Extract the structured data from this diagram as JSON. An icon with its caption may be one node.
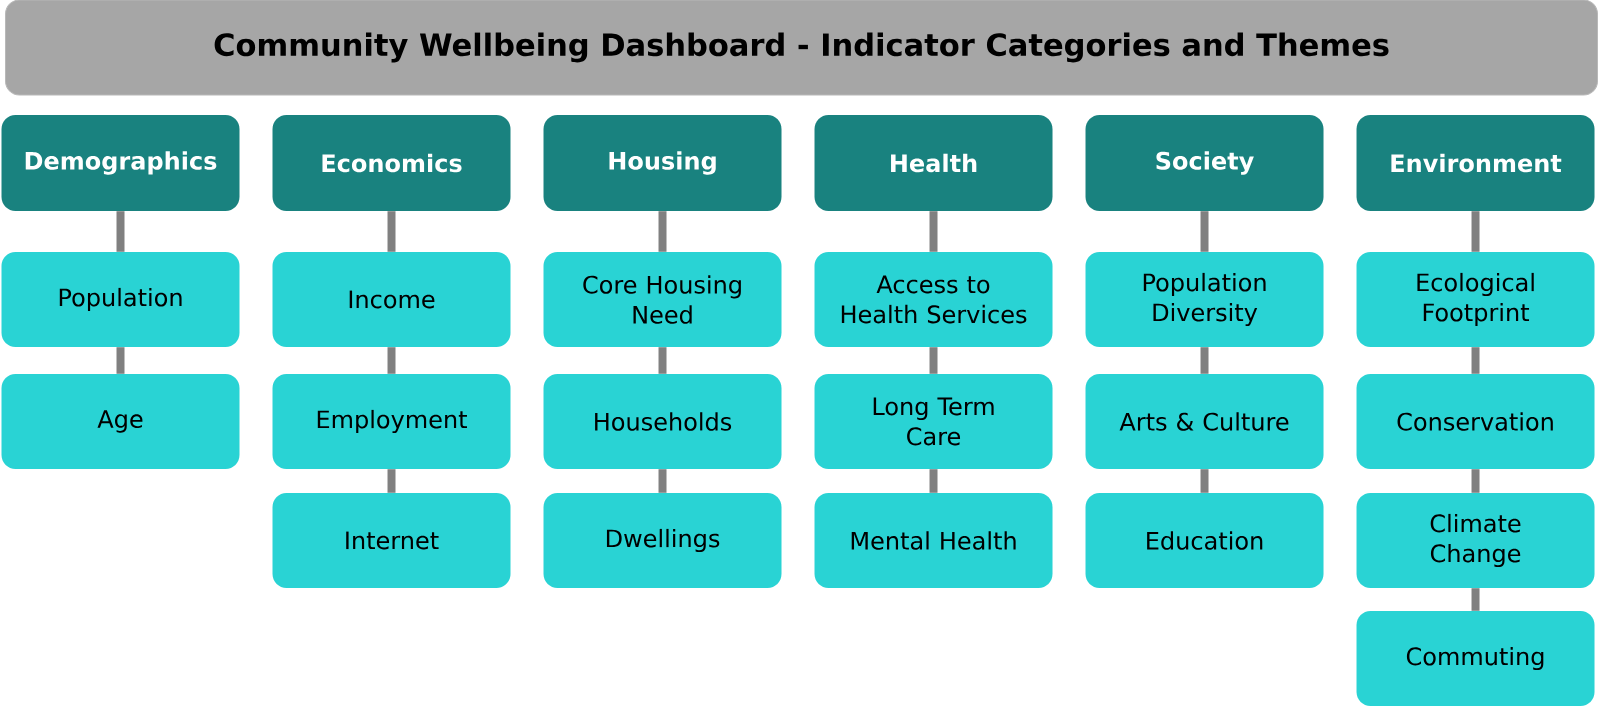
{
  "diagram": {
    "title": "Community Wellbeing Dashboard - Indicator Categories and Themes",
    "nodes": [
      {
        "text": [
          "Demographics"
        ]
      },
      {
        "text": [
          "Population"
        ]
      },
      {
        "text": [
          "Age"
        ]
      },
      {
        "text": [
          "Economics"
        ]
      },
      {
        "text": [
          "Income"
        ]
      },
      {
        "text": [
          "Employment"
        ]
      },
      {
        "text": [
          "Internet"
        ]
      },
      {
        "text": [
          "Housing"
        ]
      },
      {
        "text": [
          "Core Housing Need"
        ]
      },
      {
        "text": [
          "Households"
        ]
      },
      {
        "text": [
          "Dwellings"
        ]
      },
      {
        "text": [
          "Health"
        ]
      },
      {
        "text": [
          "Access to Health Services"
        ]
      },
      {
        "text": [
          "Long Term Care"
        ]
      },
      {
        "text": [
          "Mental Health"
        ]
      },
      {
        "text": [
          "Society"
        ]
      },
      {
        "text": [
          "Population Diversity"
        ]
      },
      {
        "text": [
          "Arts & Culture"
        ]
      },
      {
        "text": [
          "Education"
        ]
      },
      {
        "text": [
          "Environment"
        ]
      },
      {
        "text": [
          "Ecological Footprint"
        ]
      },
      {
        "text": [
          "Conservation"
        ]
      },
      {
        "text": [
          "Climate Change"
        ]
      },
      {
        "text": [
          "Commuting"
        ]
      }
    ],
    "edges": [
      {
        "from": 0,
        "to": 1,
        "arrow": "none"
      },
      {
        "from": 1,
        "to": 2,
        "arrow": "none"
      },
      {
        "from": 3,
        "to": 4,
        "arrow": "none"
      },
      {
        "from": 4,
        "to": 5,
        "arrow": "none"
      },
      {
        "from": 5,
        "to": 6,
        "arrow": "none"
      },
      {
        "from": 7,
        "to": 8,
        "arrow": "none"
      },
      {
        "from": 8,
        "to": 9,
        "arrow": "none"
      },
      {
        "from": 9,
        "to": 10,
        "arrow": "none"
      },
      {
        "from": 11,
        "to": 12,
        "arrow": "none"
      },
      {
        "from": 12,
        "to": 13,
        "arrow": "none"
      },
      {
        "from": 13,
        "to": 14,
        "arrow": "none"
      },
      {
        "from": 15,
        "to": 16,
        "arrow": "none"
      },
      {
        "from": 16,
        "to": 17,
        "arrow": "none"
      },
      {
        "from": 17,
        "to": 18,
        "arrow": "none"
      },
      {
        "from": 19,
        "to": 20,
        "arrow": "none"
      },
      {
        "from": 20,
        "to": 21,
        "arrow": "none"
      },
      {
        "from": 21,
        "to": 22,
        "arrow": "none"
      },
      {
        "from": 22,
        "to": 23,
        "arrow": "none"
      }
    ]
  }
}
